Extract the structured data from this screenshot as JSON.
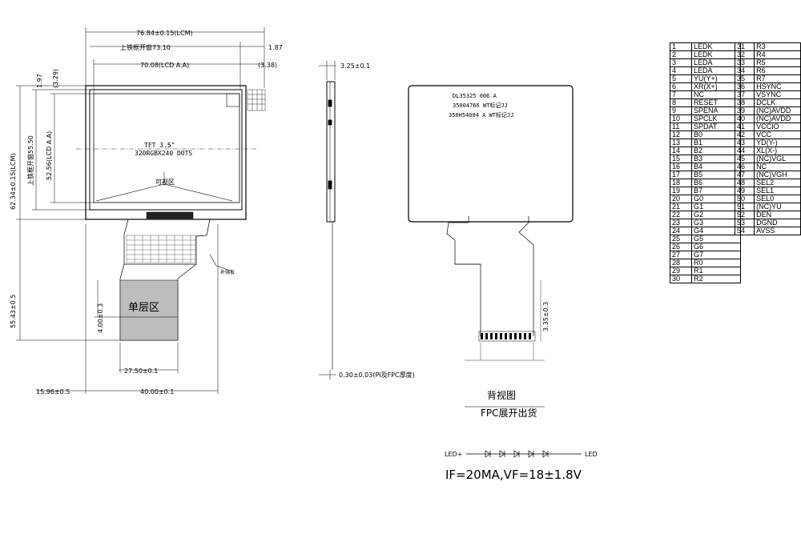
{
  "front_view": {
    "dim_overall_width": "76.84±0.15(LCM)",
    "dim_bezel_width": "上铁框开窗73.10",
    "dim_aa_width": "70.08(LCD A.A)",
    "dim_right_1": "1.87",
    "dim_right_2": "(3.38)",
    "dim_top_1": "1.97",
    "dim_top_2": "(3.29)",
    "dim_overall_height": "62.34±0.15(LCM)",
    "dim_bezel_height": "上铁框开窗55.50",
    "dim_aa_height": "52.56(LCD A.A)",
    "screen_line1": "TFT 3.5\"",
    "screen_line2": "320RGBX240 DOTS",
    "viewing_area": "可视区",
    "stiffener_label": "补强板",
    "single_layer": "单层区",
    "dim_fpc_length": "55.43±0.5",
    "dim_single_height": "4.00±0.3",
    "dim_fpc_width": "27.50±0.1",
    "dim_fpc_offset": "15.96±0.5",
    "dim_fpc_total": "40.00±0.1"
  },
  "side_view": {
    "thickness": "3.25±0.1",
    "fpc_thickness": "0.30±0.03(PI及FPC厚度)"
  },
  "back_view": {
    "label_line1": "DL35325 006 A",
    "label_line2": "35004766 WT标记JJ",
    "label_line3": "350H54004 A WT标记JJ",
    "dim_finger": "3.35±0.3",
    "title": "背视图",
    "subtitle": "FPC展开出货"
  },
  "led": {
    "left_label": "LED+",
    "right_label": "LED",
    "spec": "IF=20MA,VF=18±1.8V"
  },
  "pins_left": [
    {
      "no": "1",
      "sig": "LEDK"
    },
    {
      "no": "2",
      "sig": "LEDK"
    },
    {
      "no": "3",
      "sig": "LEDA"
    },
    {
      "no": "4",
      "sig": "LEDA"
    },
    {
      "no": "5",
      "sig": "YU(Y+)"
    },
    {
      "no": "6",
      "sig": "XR(X+)"
    },
    {
      "no": "7",
      "sig": "NC"
    },
    {
      "no": "8",
      "sig": "RESET"
    },
    {
      "no": "9",
      "sig": "SPENA"
    },
    {
      "no": "10",
      "sig": "SPCLK"
    },
    {
      "no": "11",
      "sig": "SPDAT"
    },
    {
      "no": "12",
      "sig": "B0"
    },
    {
      "no": "13",
      "sig": "B1"
    },
    {
      "no": "14",
      "sig": "B2"
    },
    {
      "no": "15",
      "sig": "B3"
    },
    {
      "no": "16",
      "sig": "B4"
    },
    {
      "no": "17",
      "sig": "B5"
    },
    {
      "no": "18",
      "sig": "B6"
    },
    {
      "no": "19",
      "sig": "B7"
    },
    {
      "no": "20",
      "sig": "G0"
    },
    {
      "no": "21",
      "sig": "G1"
    },
    {
      "no": "22",
      "sig": "G2"
    },
    {
      "no": "23",
      "sig": "G3"
    },
    {
      "no": "24",
      "sig": "G4"
    },
    {
      "no": "25",
      "sig": "G5"
    },
    {
      "no": "26",
      "sig": "G6"
    },
    {
      "no": "27",
      "sig": "G7"
    },
    {
      "no": "28",
      "sig": "R0"
    },
    {
      "no": "29",
      "sig": "R1"
    },
    {
      "no": "30",
      "sig": "R2"
    }
  ],
  "pins_right": [
    {
      "no": "31",
      "sig": "R3"
    },
    {
      "no": "32",
      "sig": "R4"
    },
    {
      "no": "33",
      "sig": "R5"
    },
    {
      "no": "34",
      "sig": "R6"
    },
    {
      "no": "35",
      "sig": "R7"
    },
    {
      "no": "36",
      "sig": "HSYNC"
    },
    {
      "no": "37",
      "sig": "VSYNC"
    },
    {
      "no": "38",
      "sig": "DCLK"
    },
    {
      "no": "39",
      "sig": "(NC)AVDD"
    },
    {
      "no": "40",
      "sig": "(NC)AVDD"
    },
    {
      "no": "41",
      "sig": "VCCIO"
    },
    {
      "no": "42",
      "sig": "VCC"
    },
    {
      "no": "43",
      "sig": "YD(Y-)"
    },
    {
      "no": "44",
      "sig": "XL(X-)"
    },
    {
      "no": "45",
      "sig": "(NC)VGL"
    },
    {
      "no": "46",
      "sig": "NC"
    },
    {
      "no": "47",
      "sig": "(NC)VGH"
    },
    {
      "no": "48",
      "sig": "SEL2"
    },
    {
      "no": "49",
      "sig": "SEL1"
    },
    {
      "no": "50",
      "sig": "SEL0"
    },
    {
      "no": "51",
      "sig": "(NC)YU"
    },
    {
      "no": "52",
      "sig": "DEN"
    },
    {
      "no": "53",
      "sig": "DGND"
    },
    {
      "no": "54",
      "sig": "AVSS"
    }
  ]
}
